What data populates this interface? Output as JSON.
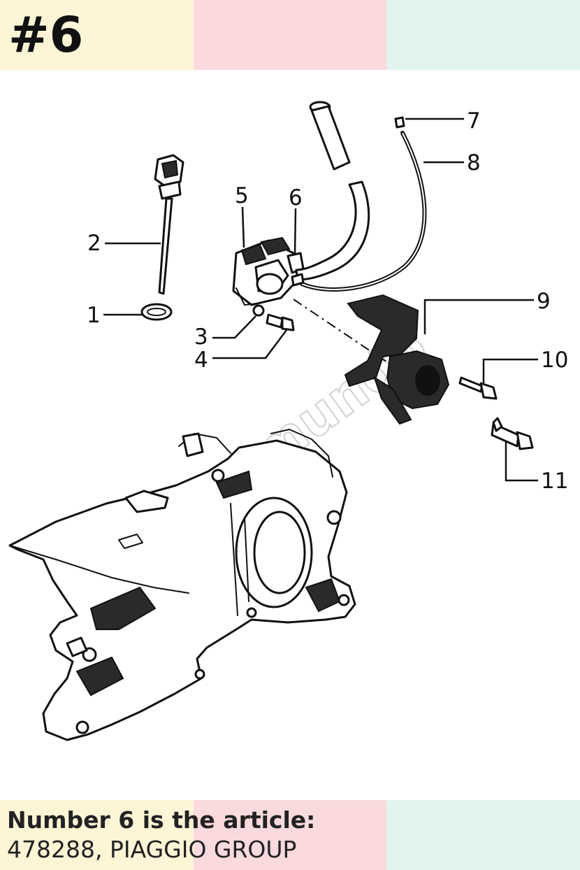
{
  "header": {
    "title": "#6"
  },
  "colors": {
    "band_yellow": "#fdf5d6",
    "band_pink": "#fadadc",
    "band_mint": "#e2f4ee"
  },
  "diagram": {
    "parts": [
      {
        "number": "1"
      },
      {
        "number": "2"
      },
      {
        "number": "3"
      },
      {
        "number": "4"
      },
      {
        "number": "5"
      },
      {
        "number": "6"
      },
      {
        "number": "7"
      },
      {
        "number": "8"
      },
      {
        "number": "9"
      },
      {
        "number": "10"
      },
      {
        "number": "11"
      }
    ],
    "watermark": "Motomundo"
  },
  "footer": {
    "line1": "Number 6 is the article:",
    "line2": "478288, PIAGGIO GROUP"
  }
}
